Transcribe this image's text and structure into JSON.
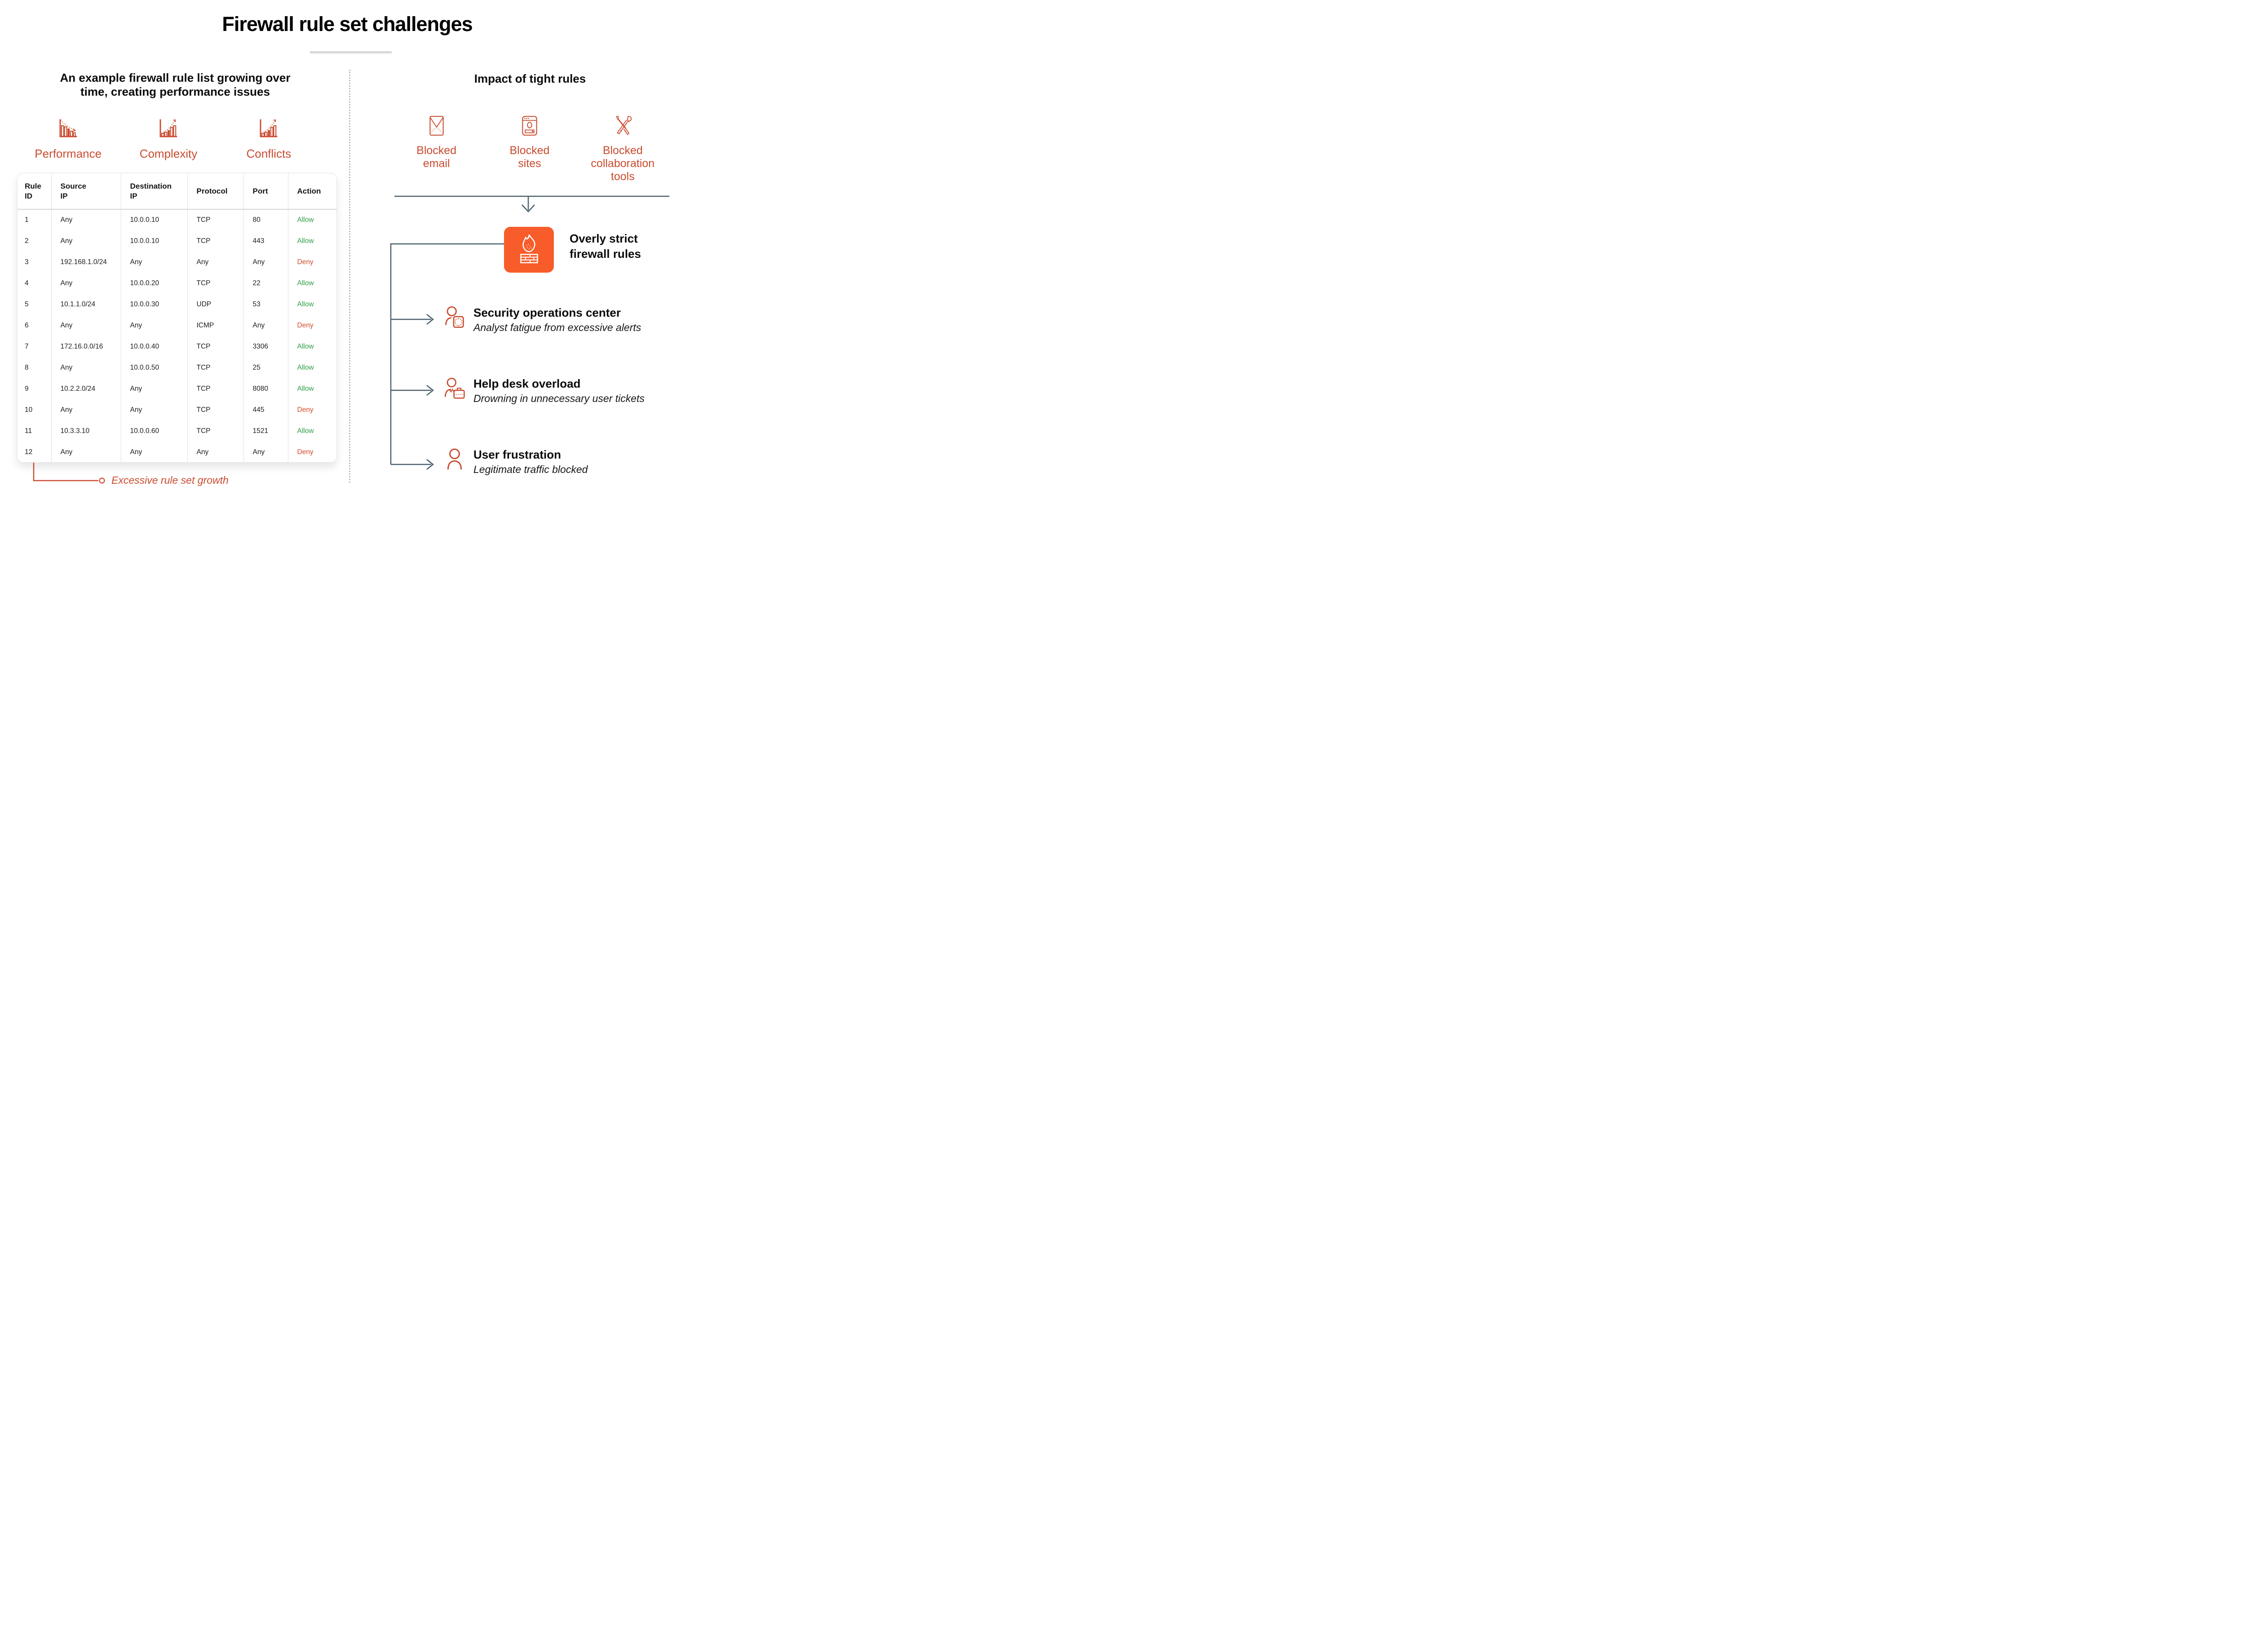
{
  "colors": {
    "accent": "#C94B2F",
    "tile_orange": "#F85C2B",
    "allow_green": "#31A048",
    "deny_red": "#D04C2B",
    "slate": "#4A5F6C",
    "text": "#111111"
  },
  "title": "Firewall rule set challenges",
  "left": {
    "heading": "An example firewall rule list growing over time, creating performance issues",
    "factors": [
      {
        "label": "Performance",
        "icon": "declining-bar-chart-icon"
      },
      {
        "label": "Complexity",
        "icon": "rising-bar-chart-icon"
      },
      {
        "label": "Conflicts",
        "icon": "rising-bar-chart-icon"
      }
    ],
    "table": {
      "headers": [
        "Rule ID",
        "Source IP",
        "Destination IP",
        "Protocol",
        "Port",
        "Action"
      ],
      "rows": [
        [
          "1",
          "Any",
          "10.0.0.10",
          "TCP",
          "80",
          "Allow"
        ],
        [
          "2",
          "Any",
          "10.0.0.10",
          "TCP",
          "443",
          "Allow"
        ],
        [
          "3",
          "192.168.1.0/24",
          "Any",
          "Any",
          "Any",
          "Deny"
        ],
        [
          "4",
          "Any",
          "10.0.0.20",
          "TCP",
          "22",
          "Allow"
        ],
        [
          "5",
          "10.1.1.0/24",
          "10.0.0.30",
          "UDP",
          "53",
          "Allow"
        ],
        [
          "6",
          "Any",
          "Any",
          "ICMP",
          "Any",
          "Deny"
        ],
        [
          "7",
          "172.16.0.0/16",
          "10.0.0.40",
          "TCP",
          "3306",
          "Allow"
        ],
        [
          "8",
          "Any",
          "10.0.0.50",
          "TCP",
          "25",
          "Allow"
        ],
        [
          "9",
          "10.2.2.0/24",
          "Any",
          "TCP",
          "8080",
          "Allow"
        ],
        [
          "10",
          "Any",
          "Any",
          "TCP",
          "445",
          "Deny"
        ],
        [
          "11",
          "10.3.3.10",
          "10.0.0.60",
          "TCP",
          "1521",
          "Allow"
        ],
        [
          "12",
          "Any",
          "Any",
          "Any",
          "Any",
          "Deny"
        ]
      ]
    },
    "annotation": "Excessive rule set growth"
  },
  "right": {
    "heading": "Impact of tight rules",
    "blocked_items": [
      {
        "label": "Blocked email",
        "icon": "email-icon"
      },
      {
        "label": "Blocked sites",
        "icon": "browser-icon"
      },
      {
        "label": "Blocked collaboration tools",
        "icon": "tools-icon"
      }
    ],
    "cause": {
      "label": "Overly strict firewall rules",
      "icon": "firewall-icon"
    },
    "impacts": [
      {
        "title": "Security operations center",
        "subtitle": "Analyst fatigue from excessive alerts",
        "icon": "analyst-shield-icon"
      },
      {
        "title": "Help desk overload",
        "subtitle": "Drowning in unnecessary user tickets",
        "icon": "helpdesk-briefcase-icon"
      },
      {
        "title": "User frustration",
        "subtitle": "Legitimate traffic blocked",
        "icon": "user-icon"
      }
    ]
  }
}
